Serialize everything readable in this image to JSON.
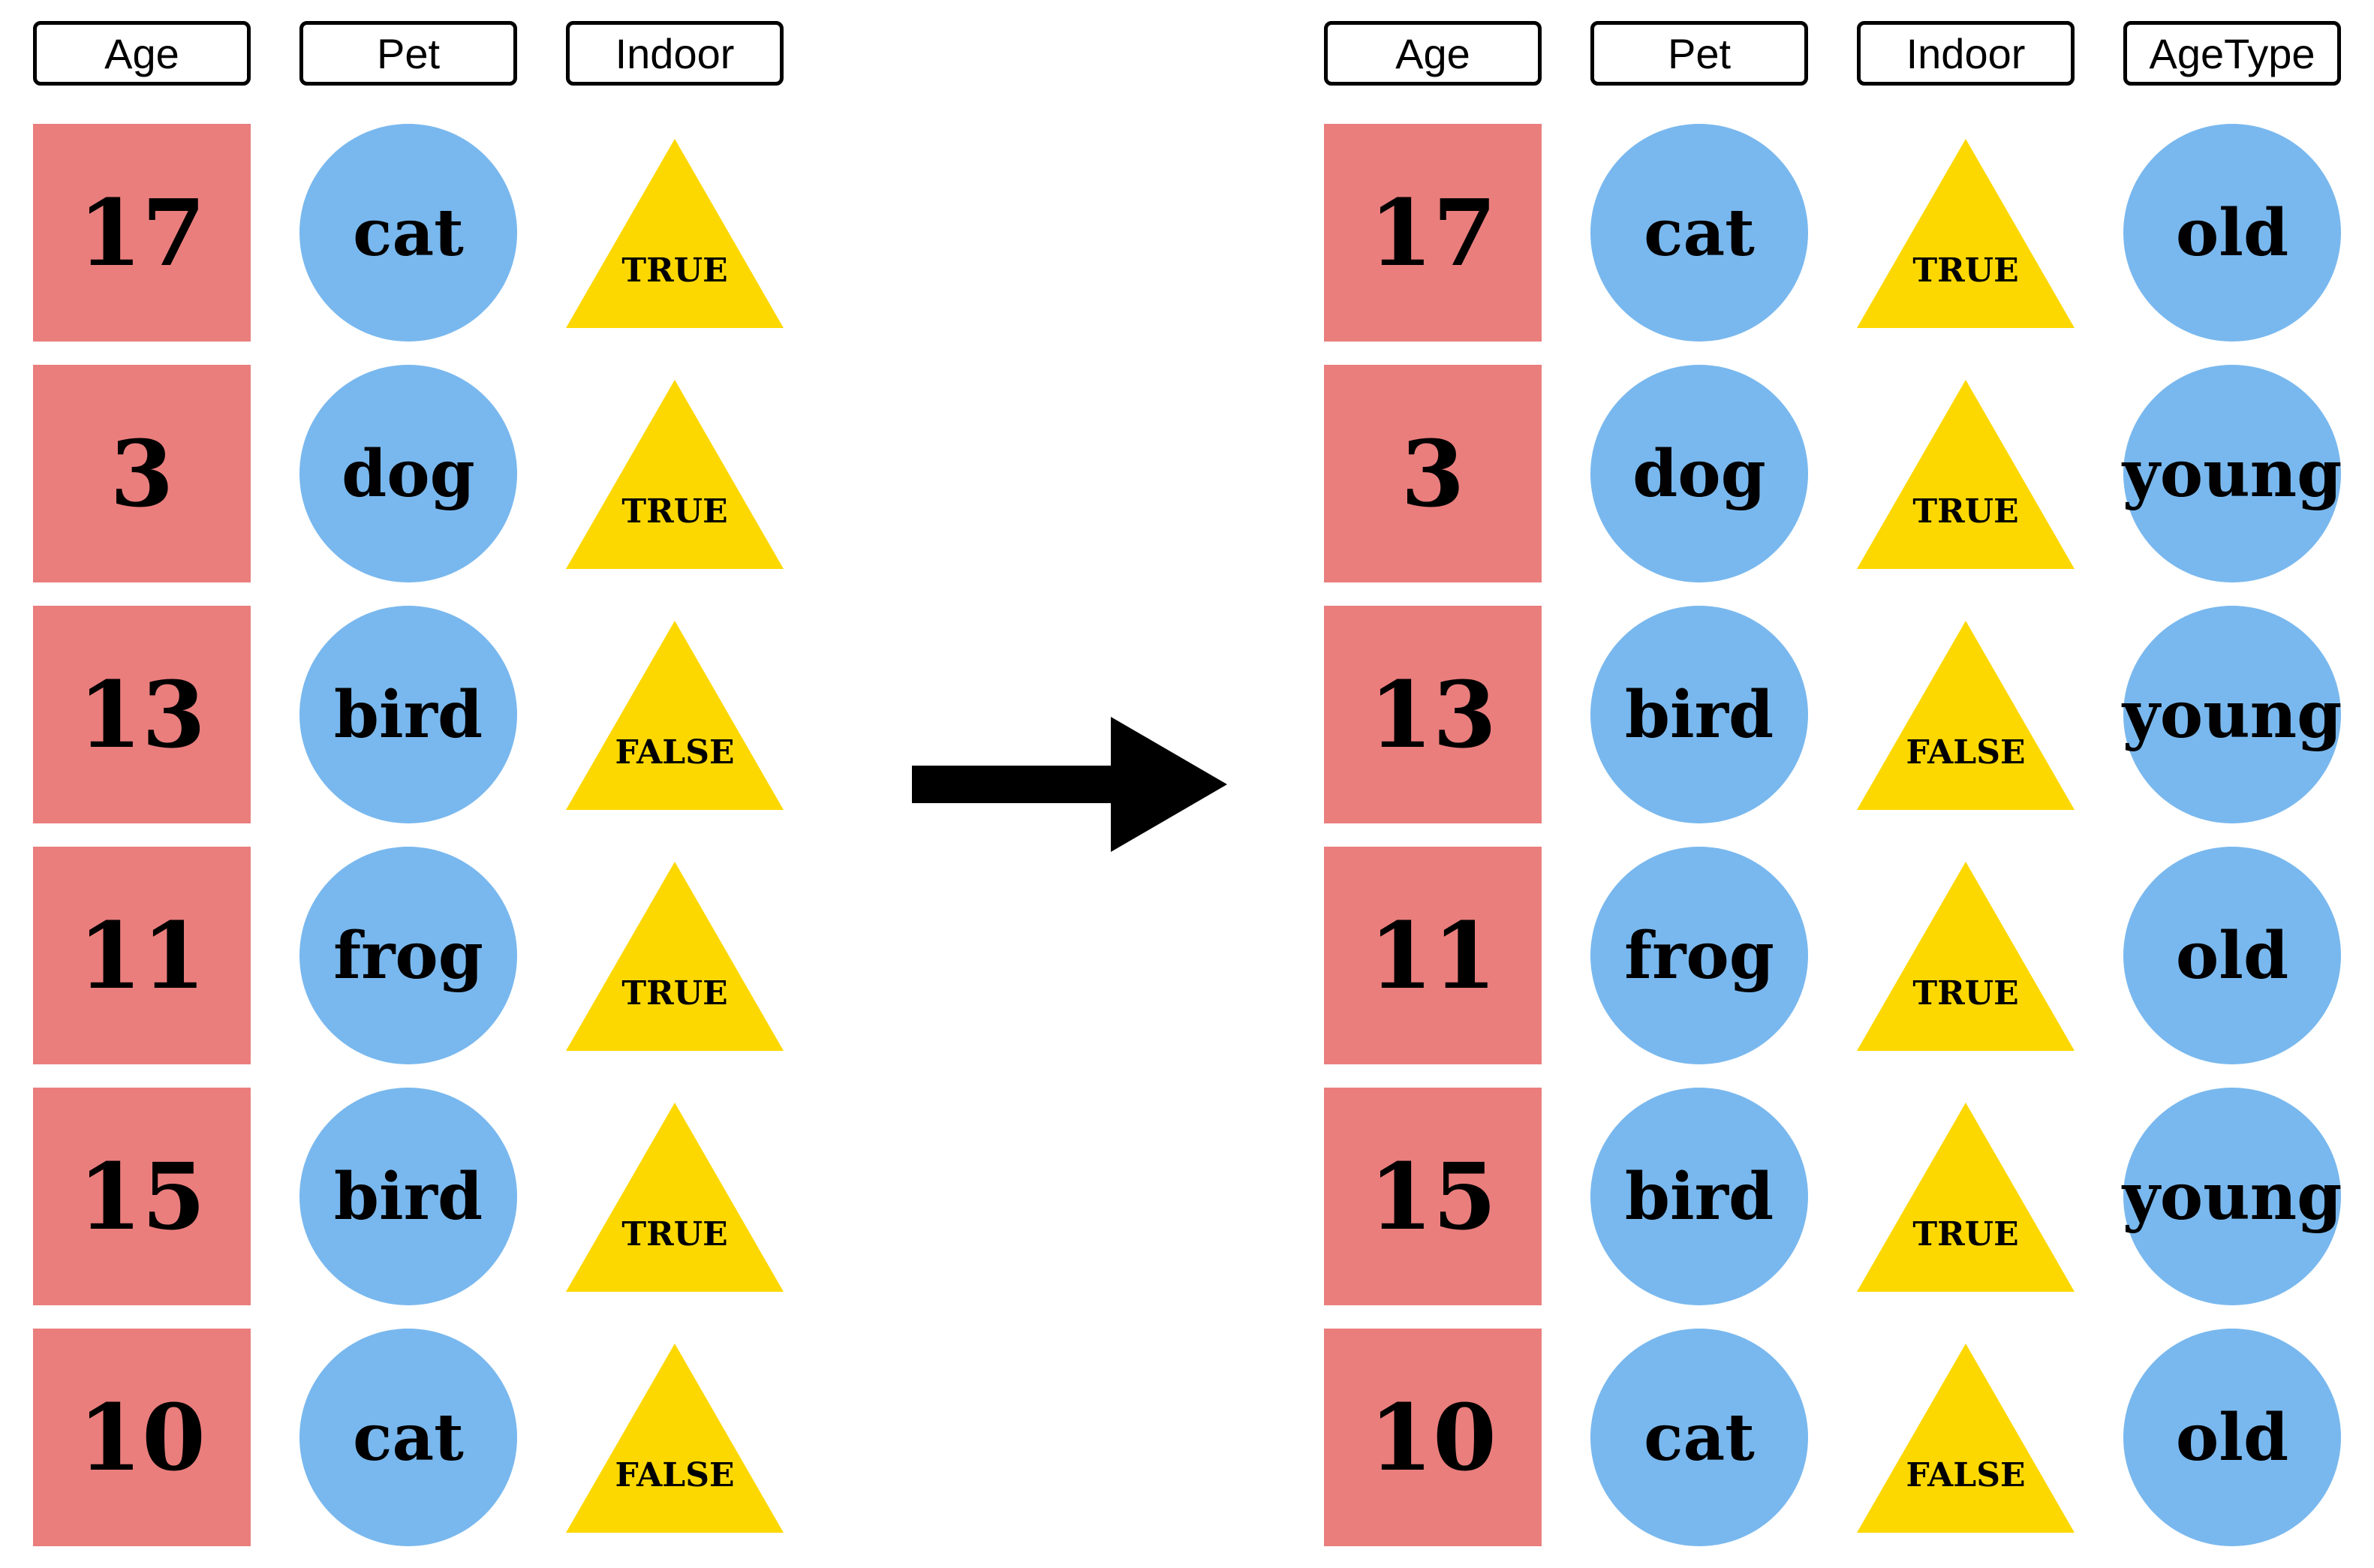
{
  "left_table": {
    "headers": [
      "Age",
      "Pet",
      "Indoor"
    ],
    "rows": [
      {
        "age": "17",
        "pet": "cat",
        "indoor": "TRUE"
      },
      {
        "age": "3",
        "pet": "dog",
        "indoor": "TRUE"
      },
      {
        "age": "13",
        "pet": "bird",
        "indoor": "FALSE"
      },
      {
        "age": "11",
        "pet": "frog",
        "indoor": "TRUE"
      },
      {
        "age": "15",
        "pet": "bird",
        "indoor": "TRUE"
      },
      {
        "age": "10",
        "pet": "cat",
        "indoor": "FALSE"
      }
    ]
  },
  "right_table": {
    "headers": [
      "Age",
      "Pet",
      "Indoor",
      "AgeType"
    ],
    "rows": [
      {
        "age": "17",
        "pet": "cat",
        "indoor": "TRUE",
        "agetype": "old"
      },
      {
        "age": "3",
        "pet": "dog",
        "indoor": "TRUE",
        "agetype": "young"
      },
      {
        "age": "13",
        "pet": "bird",
        "indoor": "FALSE",
        "agetype": "young"
      },
      {
        "age": "11",
        "pet": "frog",
        "indoor": "TRUE",
        "agetype": "old"
      },
      {
        "age": "15",
        "pet": "bird",
        "indoor": "TRUE",
        "agetype": "young"
      },
      {
        "age": "10",
        "pet": "cat",
        "indoor": "FALSE",
        "agetype": "old"
      }
    ]
  },
  "colors": {
    "age_square": "#ea7e7d",
    "category_circle": "#79b8ee",
    "logical_triangle": "#fcd800",
    "arrow": "#000000"
  },
  "icons": {
    "transform_arrow": "arrow-right-icon"
  }
}
